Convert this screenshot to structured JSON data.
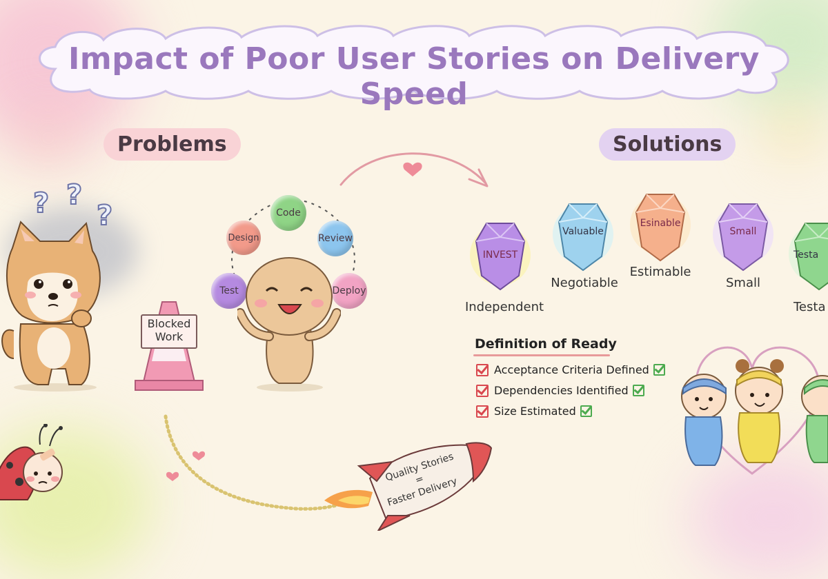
{
  "title": "Impact of Poor User Stories on Delivery Speed",
  "problems_label": "Problems",
  "solutions_label": "Solutions",
  "juggling_balls": [
    {
      "label": "Code",
      "color": "#8fd486"
    },
    {
      "label": "Design",
      "color": "#f29a8a"
    },
    {
      "label": "Review",
      "color": "#8cc5ee"
    },
    {
      "label": "Test",
      "color": "#b58ae0"
    },
    {
      "label": "Deploy",
      "color": "#f2a3c4"
    }
  ],
  "blocked_sign": {
    "line1": "Blocked",
    "line2": "Work"
  },
  "gems": [
    {
      "inner": "INVEST",
      "label": "Independent",
      "color": "#b98ee6"
    },
    {
      "inner": "Valuable",
      "label": "Negotiable",
      "color": "#9ed2ee"
    },
    {
      "inner": "Esinable",
      "label": "Estimable",
      "color": "#f5b08c"
    },
    {
      "inner": "Small",
      "label": "Small",
      "color": "#c49be8"
    },
    {
      "inner": "Testa",
      "label": "Testa",
      "color": "#8fd68e"
    }
  ],
  "definition_of_ready": {
    "title": "Definition of Ready",
    "items": [
      "Acceptance Criteria Defined",
      "Dependencies Identified",
      "Size Estimated"
    ]
  },
  "rocket": {
    "line1": "Quality Stories",
    "line2": "=",
    "line3": "Faster Delivery"
  },
  "question_marks": [
    "?",
    "?",
    "?"
  ]
}
